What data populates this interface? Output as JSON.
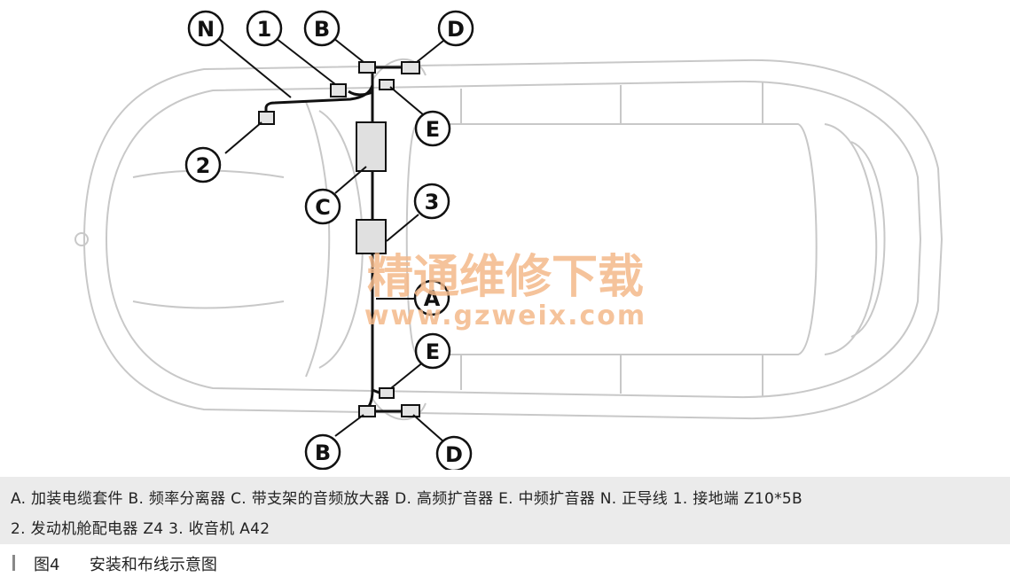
{
  "callouts": {
    "n": "N",
    "one": "1",
    "two": "2",
    "three": "3",
    "b_top": "B",
    "d_top": "D",
    "e_top": "E",
    "c": "C",
    "a": "A",
    "e_bottom": "E",
    "b_bottom": "B",
    "d_bottom": "D"
  },
  "watermark": {
    "text": "精通维修下载",
    "url": "www.gzweix.com"
  },
  "legend": {
    "line1": "A. 加装电缆套件  B. 频率分离器  C. 带支架的音频放大器  D. 高频扩音器  E. 中频扩音器  N. 正导线  1. 接地端 Z10*5B",
    "line2": "2. 发动机舱配电器 Z4  3. 收音机 A42"
  },
  "caption": {
    "figure_no": "图4",
    "title": "安装和布线示意图"
  },
  "colors": {
    "car_outline": "#c8c8c8",
    "wiring": "#111111",
    "watermark": "#f4b98a",
    "legend_bg": "#ebebeb"
  }
}
